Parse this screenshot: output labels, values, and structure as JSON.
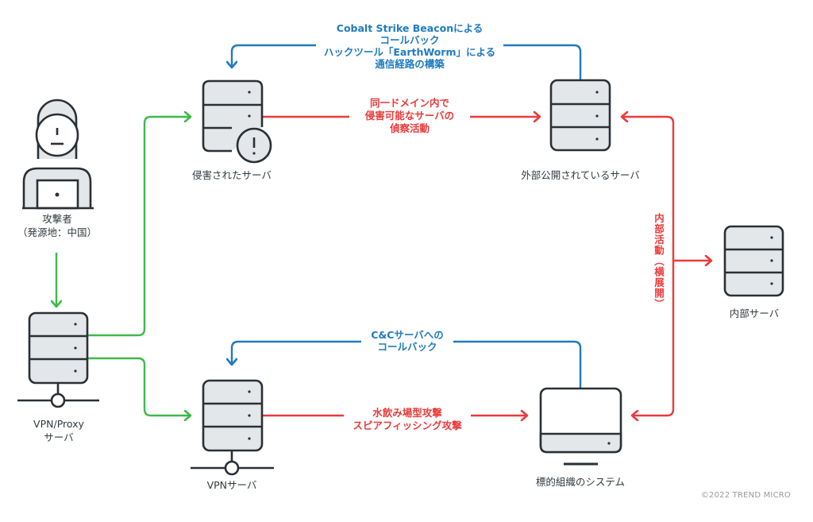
{
  "colors": {
    "outline": "#2b3035",
    "fill": "#e3e7ea",
    "green": "#3dba4a",
    "blue": "#1f7bc0",
    "red": "#ea3a3a",
    "label": "#333a3f"
  },
  "nodes": {
    "attacker": {
      "icon": "attacker-person-with-laptop",
      "label_line1": "攻撃者",
      "label_line2": "（発源地：中国）"
    },
    "vpn_proxy": {
      "icon": "server-with-network",
      "label_line1": "VPN/Proxy",
      "label_line2": "サーバ"
    },
    "compromised_server": {
      "icon": "server-with-alert",
      "label": "侵害されたサーバ"
    },
    "public_server": {
      "icon": "server",
      "label": "外部公開されているサーバ"
    },
    "internal_server": {
      "icon": "server",
      "label": "内部サーバ"
    },
    "vpn_server": {
      "icon": "server-with-network",
      "label": "VPNサーバ"
    },
    "target_system": {
      "icon": "desktop-computer",
      "label": "標的組織のシステム"
    }
  },
  "edges": {
    "beacon_callback": {
      "color": "blue",
      "from": "public_server",
      "to": "compromised_server",
      "lines": [
        "Cobalt Strike Beaconによる",
        "コールバック",
        "ハックツール「EarthWorm」による",
        "通信経路の構築"
      ]
    },
    "recon": {
      "color": "red",
      "from": "compromised_server",
      "to": "public_server",
      "lines": [
        "同一ドメイン内で",
        "侵害可能なサーバの",
        "偵察活動"
      ]
    },
    "lateral": {
      "color": "red",
      "from": "internal_network",
      "to": [
        "public_server",
        "internal_server",
        "target_system"
      ],
      "label": "内部活動（横展開）"
    },
    "cc_callback": {
      "color": "blue",
      "from": "target_system",
      "to": "vpn_server",
      "lines": [
        "C&Cサーバへの",
        "コールバック"
      ]
    },
    "initial_attack": {
      "color": "red",
      "from": "vpn_server",
      "to": "target_system",
      "lines": [
        "水飲み場型攻撃",
        "スピアフィッシング攻撃"
      ]
    },
    "attacker_to_proxy": {
      "color": "green",
      "from": "attacker",
      "to": "vpn_proxy"
    },
    "proxy_to_compromised": {
      "color": "green",
      "from": "vpn_proxy",
      "to": "compromised_server"
    },
    "proxy_to_vpn": {
      "color": "green",
      "from": "vpn_proxy",
      "to": "vpn_server"
    }
  },
  "footer": {
    "copyright": "©2022 TREND MICRO"
  }
}
